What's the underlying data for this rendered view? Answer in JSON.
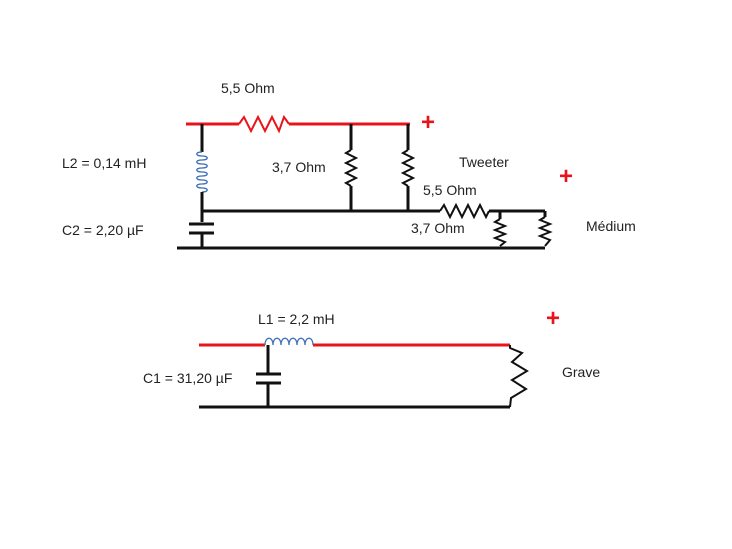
{
  "diagram": {
    "type": "crossover-circuit",
    "colors": {
      "positive_wire": "#e8141b",
      "ground_wire": "#111111",
      "inductor": "#3d6fb6",
      "plus_sign": "#e8141b"
    },
    "labels": {
      "r_series_tweeter": "5,5 Ohm",
      "l2": "L2 = 0,14 mH",
      "r_shunt_tweeter": "3,7 Ohm",
      "tweeter": "Tweeter",
      "r_series_medium": "5,5 Ohm",
      "c2": "C2 = 2,20 µF",
      "r_shunt_medium": "3,7 Ohm",
      "medium": "Médium",
      "l1": "L1 = 2,2 mH",
      "c1": "C1 = 31,20 µF",
      "grave": "Grave"
    },
    "plus": [
      "+",
      "+",
      "+"
    ]
  }
}
